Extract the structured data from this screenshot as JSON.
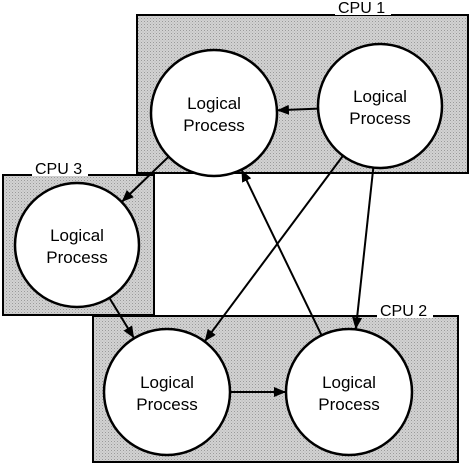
{
  "colors": {
    "cpu_fill": "#cfcfcf",
    "stroke": "#000000",
    "process_fill": "#ffffff"
  },
  "cpus": [
    {
      "id": "cpu1",
      "label": "CPU 1"
    },
    {
      "id": "cpu3",
      "label": "CPU 3"
    },
    {
      "id": "cpu2",
      "label": "CPU 2"
    }
  ],
  "processes": [
    {
      "id": "lp-cpu1-left",
      "cpu": "cpu1",
      "line1": "Logical",
      "line2": "Process"
    },
    {
      "id": "lp-cpu1-right",
      "cpu": "cpu1",
      "line1": "Logical",
      "line2": "Process"
    },
    {
      "id": "lp-cpu3",
      "cpu": "cpu3",
      "line1": "Logical",
      "line2": "Process"
    },
    {
      "id": "lp-cpu2-left",
      "cpu": "cpu2",
      "line1": "Logical",
      "line2": "Process"
    },
    {
      "id": "lp-cpu2-right",
      "cpu": "cpu2",
      "line1": "Logical",
      "line2": "Process"
    }
  ],
  "edges": [
    {
      "from": "lp-cpu1-right",
      "to": "lp-cpu1-left"
    },
    {
      "from": "lp-cpu1-left",
      "to": "lp-cpu3"
    },
    {
      "from": "lp-cpu1-right",
      "to": "lp-cpu2-left"
    },
    {
      "from": "lp-cpu1-right",
      "to": "lp-cpu2-right"
    },
    {
      "from": "lp-cpu3",
      "to": "lp-cpu2-left"
    },
    {
      "from": "lp-cpu2-left",
      "to": "lp-cpu2-right"
    },
    {
      "from": "lp-cpu2-right",
      "to": "lp-cpu1-left"
    }
  ]
}
